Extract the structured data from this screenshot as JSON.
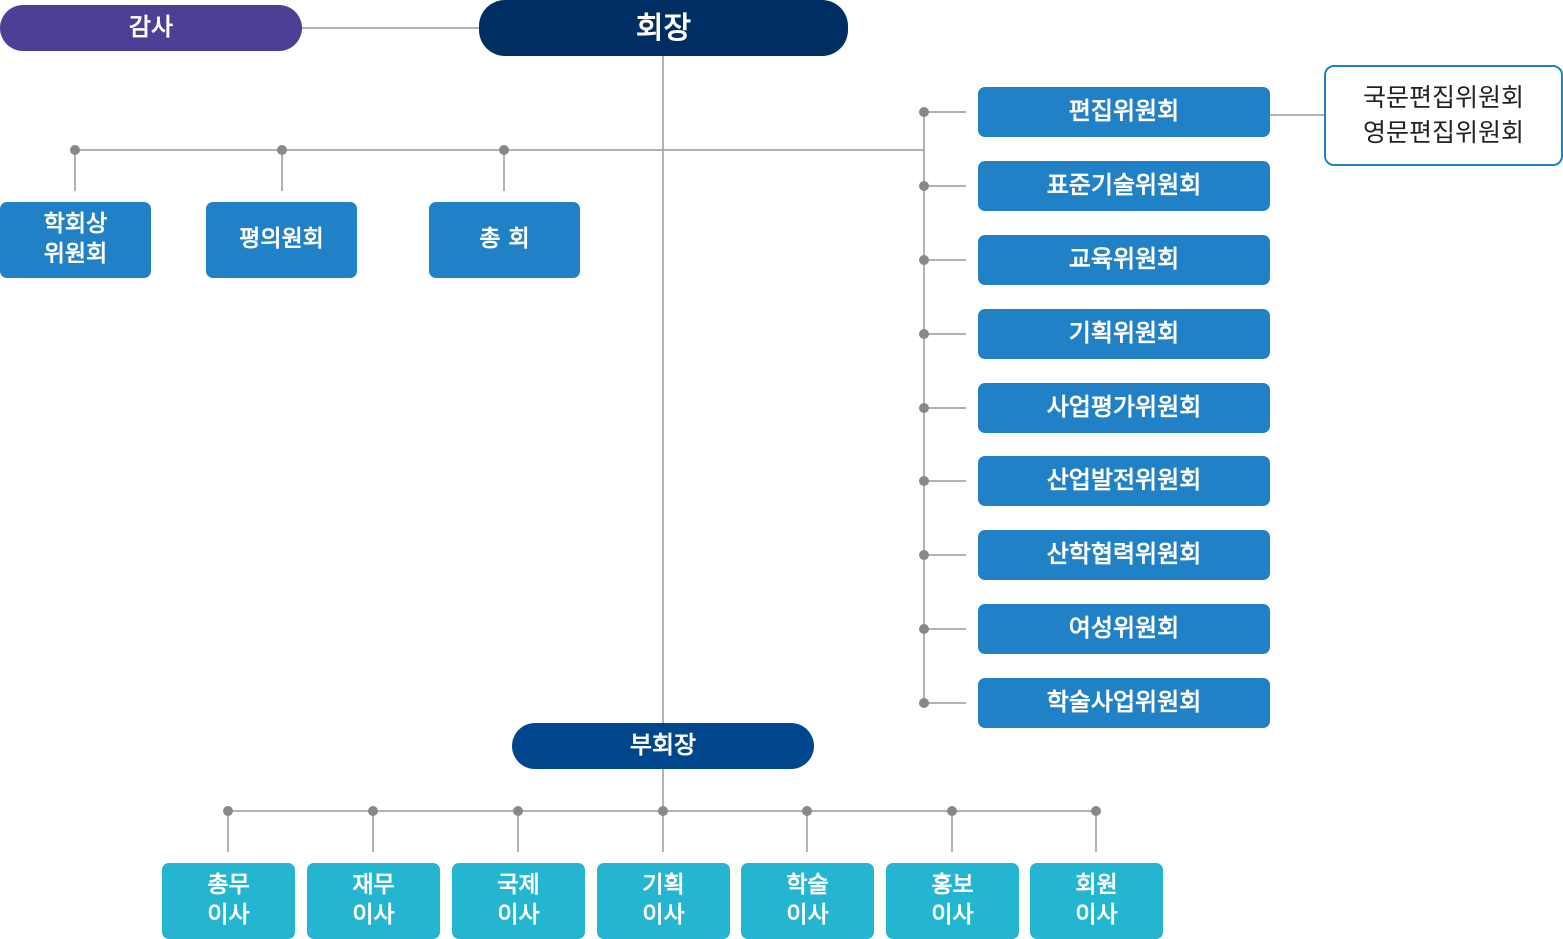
{
  "top": {
    "audit": "감사",
    "president": "회장",
    "vice_president": "부회장"
  },
  "left_units": [
    {
      "label": "학회상\n위원회"
    },
    {
      "label": "평의원회"
    },
    {
      "label": "총 회"
    }
  ],
  "committees": [
    {
      "label": "편집위원회"
    },
    {
      "label": "표준기술위원회"
    },
    {
      "label": "교육위원회"
    },
    {
      "label": "기획위원회"
    },
    {
      "label": "사업평가위원회"
    },
    {
      "label": "산업발전위원회"
    },
    {
      "label": "산학협력위원회"
    },
    {
      "label": "여성위원회"
    },
    {
      "label": "학술사업위원회"
    }
  ],
  "editorial_subcommittees": [
    "국문편집위원회",
    "영문편집위원회"
  ],
  "directors": [
    {
      "label": "총무\n이사"
    },
    {
      "label": "재무\n이사"
    },
    {
      "label": "국제\n이사"
    },
    {
      "label": "기획\n이사"
    },
    {
      "label": "학술\n이사"
    },
    {
      "label": "홍보\n이사"
    },
    {
      "label": "회원\n이사"
    }
  ],
  "colors": {
    "audit": "#4e3f96",
    "president": "#002d62",
    "vice_president": "#00468c",
    "committee": "#2181c6",
    "director": "#24b5d0",
    "line": "#999999",
    "dot": "#888888"
  }
}
